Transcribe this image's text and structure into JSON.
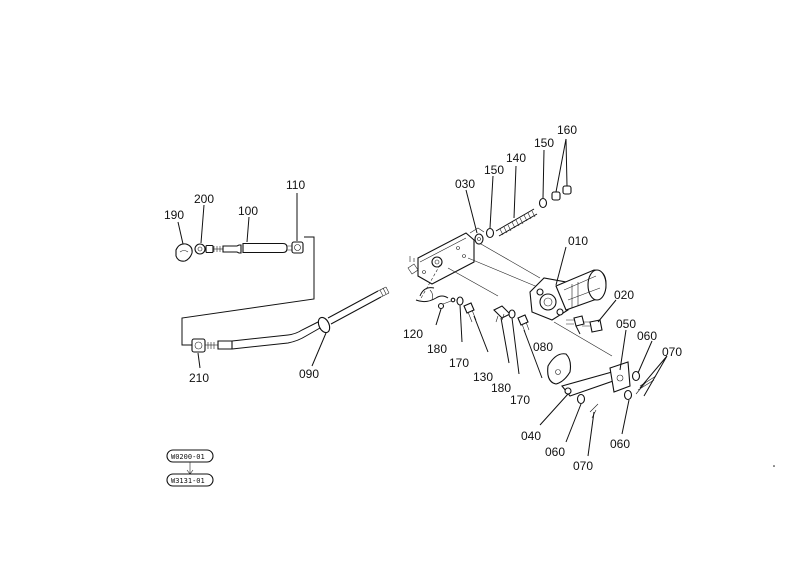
{
  "diagram": {
    "colors": {
      "ink": "#111111",
      "paper": "#ffffff"
    },
    "callouts": [
      {
        "id": "c-190",
        "text": "190"
      },
      {
        "id": "c-200",
        "text": "200"
      },
      {
        "id": "c-100",
        "text": "100"
      },
      {
        "id": "c-110",
        "text": "110"
      },
      {
        "id": "c-210",
        "text": "210"
      },
      {
        "id": "c-090",
        "text": "090"
      },
      {
        "id": "c-030",
        "text": "030"
      },
      {
        "id": "c-150a",
        "text": "150"
      },
      {
        "id": "c-140",
        "text": "140"
      },
      {
        "id": "c-150b",
        "text": "150"
      },
      {
        "id": "c-160",
        "text": "160"
      },
      {
        "id": "c-010",
        "text": "010"
      },
      {
        "id": "c-020",
        "text": "020"
      },
      {
        "id": "c-050",
        "text": "050"
      },
      {
        "id": "c-060a",
        "text": "060"
      },
      {
        "id": "c-070a",
        "text": "070"
      },
      {
        "id": "c-080",
        "text": "080"
      },
      {
        "id": "c-120",
        "text": "120"
      },
      {
        "id": "c-180a",
        "text": "180"
      },
      {
        "id": "c-170a",
        "text": "170"
      },
      {
        "id": "c-130",
        "text": "130"
      },
      {
        "id": "c-180b",
        "text": "180"
      },
      {
        "id": "c-170b",
        "text": "170"
      },
      {
        "id": "c-040",
        "text": "040"
      },
      {
        "id": "c-060b",
        "text": "060"
      },
      {
        "id": "c-070b",
        "text": "070"
      },
      {
        "id": "c-060c",
        "text": "060"
      }
    ],
    "stamps": {
      "top": "W0200-01",
      "bottom": "W3131-01"
    }
  }
}
